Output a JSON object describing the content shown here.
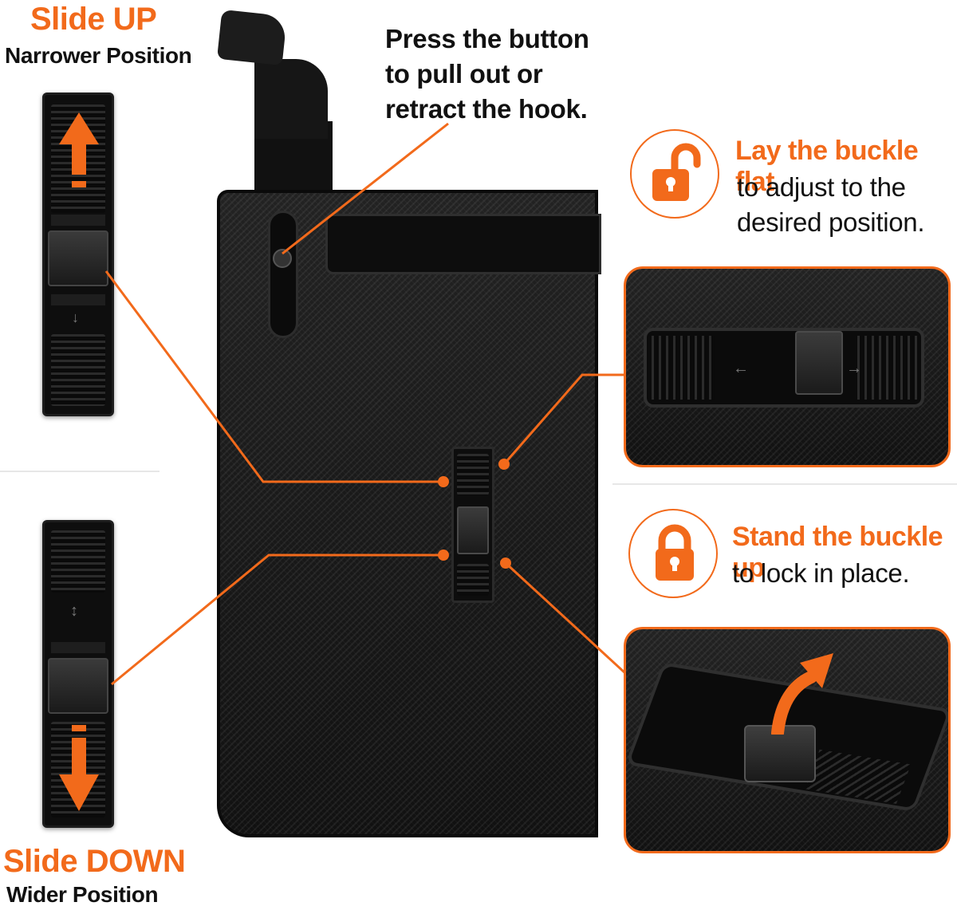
{
  "top_left": {
    "title": "Slide UP",
    "subtitle": "Narrower Position"
  },
  "bottom_left": {
    "title": "Slide DOWN",
    "subtitle": "Wider Position"
  },
  "hook_note": {
    "line1": "Press the button",
    "line2": "to pull out or",
    "line3": "retract the hook."
  },
  "unlock_note": {
    "title": "Lay the buckle flat",
    "line1": "to adjust to the",
    "line2": "desired position."
  },
  "lock_note": {
    "title": "Stand the buckle up",
    "line1": "to lock in place."
  },
  "icons": {
    "unlock": "unlocked-padlock-icon",
    "lock": "locked-padlock-icon",
    "arrow_up": "arrow-up-icon",
    "arrow_down": "arrow-down-icon"
  },
  "colors": {
    "accent": "#f26a1b",
    "product": "#151515"
  }
}
